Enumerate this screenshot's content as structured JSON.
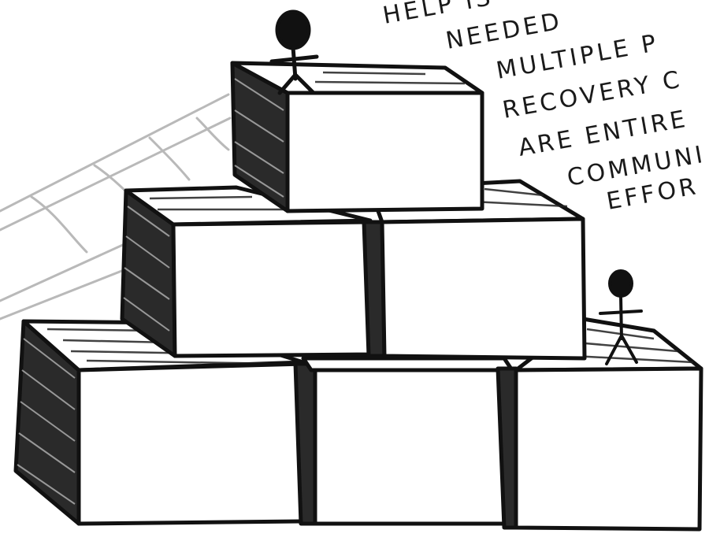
{
  "sketch": {
    "note_lines": [
      "HELP IS",
      "NEEDED",
      "MULTIPLE P",
      "RECOVERY C",
      "ARE ENTIRE",
      "COMMUNI",
      "EFFOR"
    ],
    "ink_color": "#111111",
    "ladder_color": "#b9b9b9",
    "background_color": "#ffffff",
    "structure": "pyramid of boxes",
    "box_rows": [
      1,
      2,
      3
    ],
    "figures": [
      "stick figure on top box",
      "stick figure on right bottom box"
    ]
  }
}
